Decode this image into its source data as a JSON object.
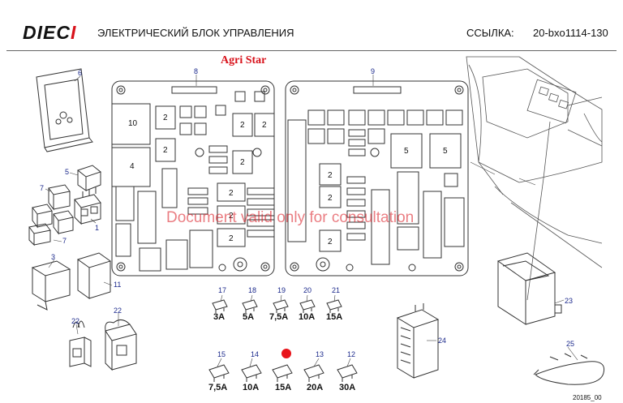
{
  "header": {
    "logo": "DIECI",
    "title": "ЭЛЕКТРИЧЕСКИЙ БЛОК УПРАВЛЕНИЯ",
    "ref_label": "ССЫЛКА:",
    "ref_value": "20-bxo1114-130"
  },
  "model": "Agri Star",
  "watermark": "Document valid only for consultation",
  "colors": {
    "accent": "#d8121b",
    "callout": "#1c2a8c",
    "line": "#333333"
  },
  "callouts": {
    "c1": "1",
    "c2": "2",
    "c3": "3",
    "c4": "4",
    "c5": "5",
    "c6": "6",
    "c7": "7",
    "c8": "8",
    "c9": "9",
    "c10": "10",
    "c11": "11",
    "c12": "12",
    "c13": "13",
    "c14": "14",
    "c15": "15",
    "c17": "17",
    "c18": "18",
    "c19": "19",
    "c20": "20",
    "c21": "21",
    "c22": "22",
    "c23": "23",
    "c24": "24",
    "c25": "25"
  },
  "fuses_row1": [
    {
      "num": "17",
      "amp": "3A"
    },
    {
      "num": "18",
      "amp": "5A"
    },
    {
      "num": "19",
      "amp": "7,5A"
    },
    {
      "num": "20",
      "amp": "10A"
    },
    {
      "num": "21",
      "amp": "15A"
    }
  ],
  "fuses_row2": [
    {
      "num": "15",
      "amp": "7,5A"
    },
    {
      "num": "14",
      "amp": "10A"
    },
    {
      "num": "",
      "amp": "15A"
    },
    {
      "num": "13",
      "amp": "20A"
    },
    {
      "num": "12",
      "amp": "30A"
    }
  ],
  "relay_labels": {
    "r10": "10",
    "r4": "4",
    "r2": "2",
    "r5": "5"
  },
  "drawing_code": "20185_00"
}
